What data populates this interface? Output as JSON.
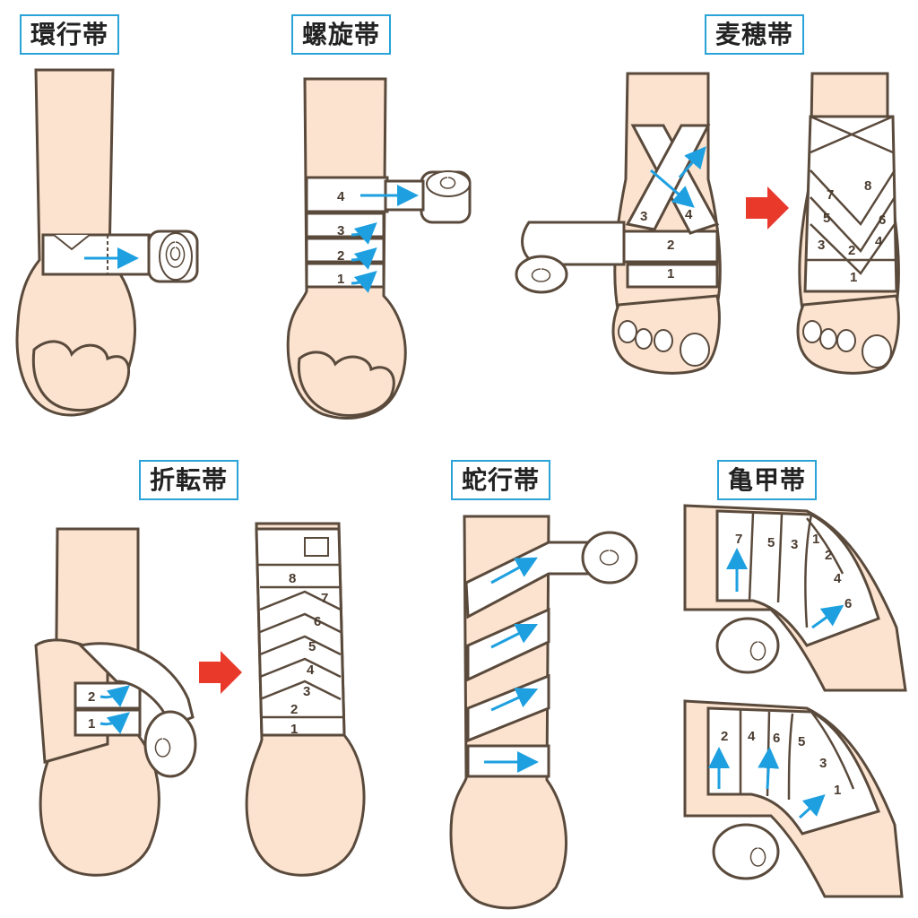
{
  "titles": {
    "kanko": "環行帯",
    "rasen": "螺旋帯",
    "bakusui": "麦穂帯",
    "setten": "折転帯",
    "dakou": "蛇行帯",
    "kikkou": "亀甲帯"
  },
  "numbers": {
    "rasen": [
      "4",
      "3",
      "2",
      "1"
    ],
    "bakusui_a": [
      "3",
      "4",
      "2",
      "1"
    ],
    "bakusui_b": [
      "8",
      "7",
      "5",
      "6",
      "3",
      "4",
      "2",
      "1"
    ],
    "setten_a": [
      "2",
      "1"
    ],
    "setten_b": [
      "8",
      "7",
      "6",
      "5",
      "4",
      "3",
      "2",
      "1"
    ],
    "kikkou_a": [
      "7",
      "5",
      "3",
      "1",
      "2",
      "4",
      "6"
    ],
    "kikkou_b": [
      "2",
      "4",
      "6",
      "5",
      "3",
      "1"
    ]
  },
  "colors": {
    "skin": "#fbe3d0",
    "skin_shade": "#f5c9ad",
    "outline": "#5a4a3c",
    "bandage": "#ffffff",
    "arrow": "#1ea0e0",
    "next_arrow": "#e8392b",
    "title_border": "#29a3d8"
  }
}
